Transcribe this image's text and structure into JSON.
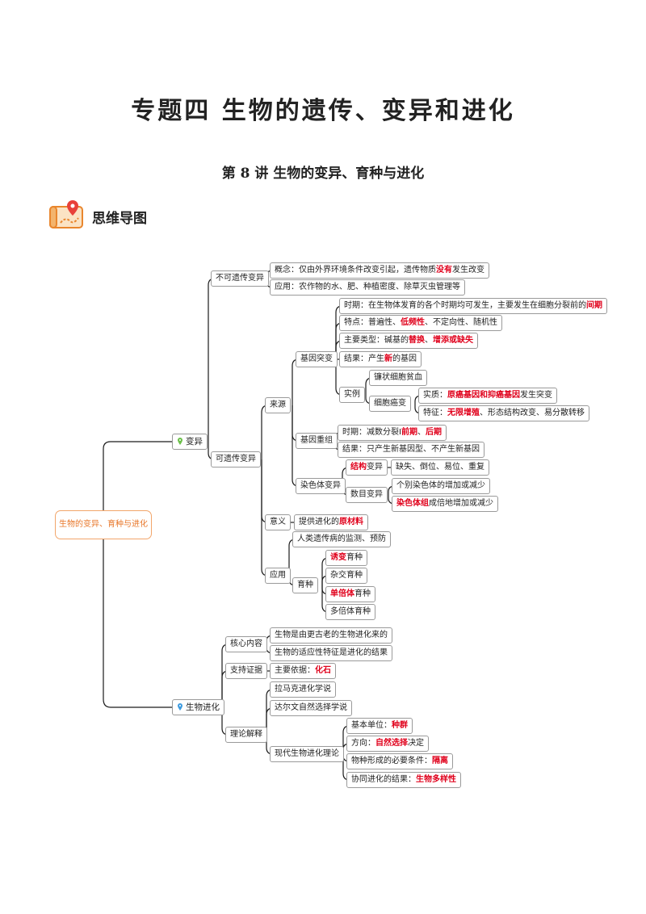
{
  "title": "专题四  生物的遗传、变异和进化",
  "subtitle": "第 8 讲  生物的变异、育种与进化",
  "section_label": "思维导图",
  "mindmap": {
    "root": "生物的变异、育种与进化",
    "variation": {
      "label": "变异",
      "nonheritable": {
        "label": "不可遗传变异",
        "concept": [
          "概念：仅由外界环境条件改变引起，遗传物质",
          "没有",
          "发生改变"
        ],
        "application": "应用：农作物的水、肥、种植密度、除草灭虫管理等"
      },
      "heritable": {
        "label": "可遗传变异",
        "source": {
          "label": "来源",
          "gene_mutation": {
            "label": "基因突变",
            "period": [
              "时期：在生物体发育的各个时期均可发生，主要发生在细胞分裂前的",
              "间期"
            ],
            "features": [
              "特点：普遍性、",
              "低频性",
              "、不定向性、随机性"
            ],
            "types": [
              "主要类型：碱基的",
              "替换",
              "、",
              "增添或缺失"
            ],
            "result": [
              "结果：产生",
              "新",
              "的基因"
            ],
            "examples": {
              "label": "实例",
              "sickle": "镰状细胞贫血",
              "cancer": {
                "label": "细胞癌变",
                "essence": [
                  "实质：",
                  "原癌基因和抑癌基因",
                  "发生突变"
                ],
                "traits": [
                  "特征：",
                  "无限增殖",
                  "、形态结构改变、易分散转移"
                ]
              }
            }
          },
          "recombination": {
            "label": "基因重组",
            "period": [
              "时期：减数分裂Ⅰ",
              "前期",
              "、",
              "后期"
            ],
            "result": "结果：只产生新基因型、不产生新基因"
          },
          "chromosome": {
            "label": "染色体变异",
            "structural": {
              "label": [
                "结构",
                "变异"
              ],
              "detail": "缺失、倒位、易位、重复"
            },
            "numerical": {
              "label": "数目变异",
              "individual": "个别染色体的增加或减少",
              "set": [
                "染色体组",
                "成倍地增加或减少"
              ]
            }
          }
        },
        "significance": {
          "label": "意义",
          "detail": [
            "提供进化的",
            "原材料"
          ]
        },
        "application": {
          "label": "应用",
          "monitoring": "人类遗传病的监测、预防",
          "breeding": {
            "label": "育种",
            "mutation": [
              "诱变",
              "育种"
            ],
            "hybrid": "杂交育种",
            "haploid": [
              "单倍体",
              "育种"
            ],
            "polyploid": "多倍体育种"
          }
        }
      }
    },
    "evolution": {
      "label": "生物进化",
      "core": {
        "label": "核心内容",
        "item1": "生物是由更古老的生物进化来的",
        "item2": "生物的适应性特征是进化的结果"
      },
      "evidence": {
        "label": "支持证据",
        "main": [
          "主要依据：",
          "化石"
        ]
      },
      "theory": {
        "label": "理论解释",
        "lamarck": "拉马克进化学说",
        "darwin": "达尔文自然选择学说",
        "modern": {
          "label": "现代生物进化理论",
          "unit": [
            "基本单位：",
            "种群"
          ],
          "direction": [
            "方向：",
            "自然选择",
            "决定"
          ],
          "speciation": [
            "物种形成的必要条件：",
            "隔离"
          ],
          "coevolution": [
            "协同进化的结果：",
            "生物多样性"
          ]
        }
      }
    }
  }
}
